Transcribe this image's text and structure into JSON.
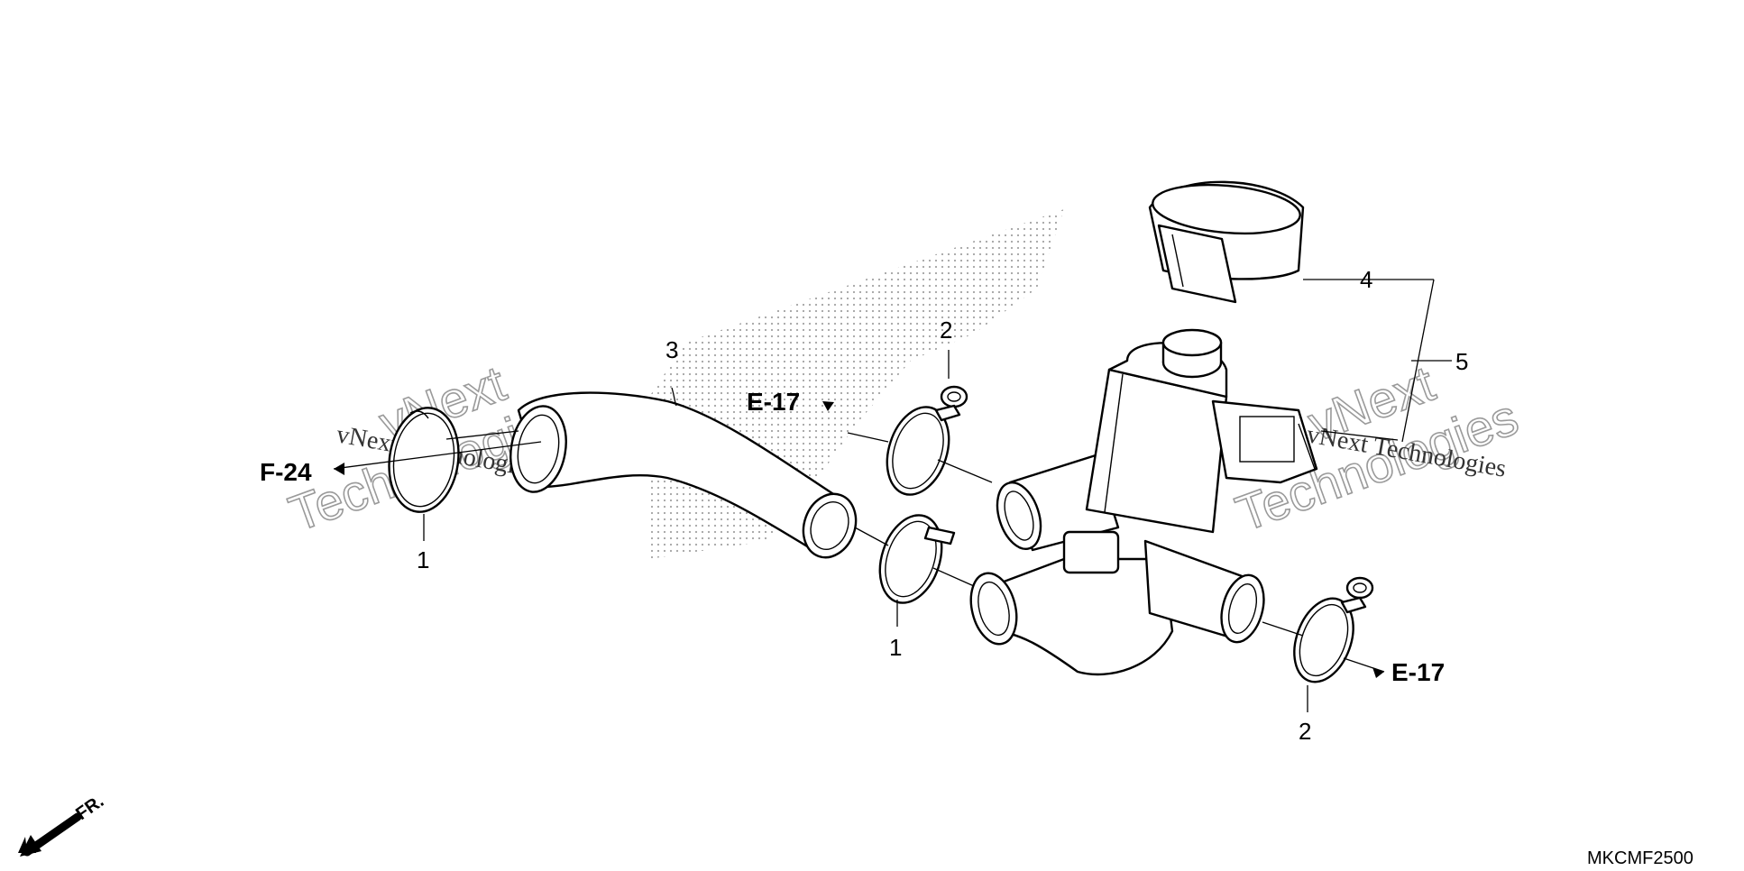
{
  "diagram": {
    "callouts": {
      "p1_left": "1",
      "p1_mid": "1",
      "p2_top": "2",
      "p2_bottom": "2",
      "p3": "3",
      "p4": "4",
      "p5": "5"
    },
    "refs": {
      "f24": "F-24",
      "e17_left": "E-17",
      "e17_right": "E-17"
    },
    "front_label": "FR.",
    "diagram_code": "MKCMF2500",
    "watermarks": {
      "big_line1": "vNext",
      "big_line2": "Technologies",
      "small": "vNext Technologies"
    }
  }
}
